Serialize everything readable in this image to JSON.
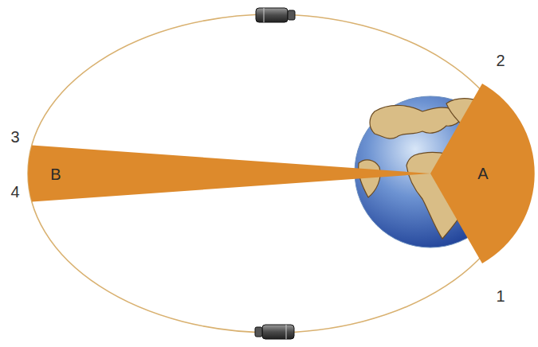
{
  "diagram": {
    "nodes": [
      {
        "text": [
          "B"
        ]
      },
      {
        "text": [
          "A"
        ]
      }
    ],
    "labels": [
      "2",
      "3",
      "4",
      "1"
    ]
  }
}
